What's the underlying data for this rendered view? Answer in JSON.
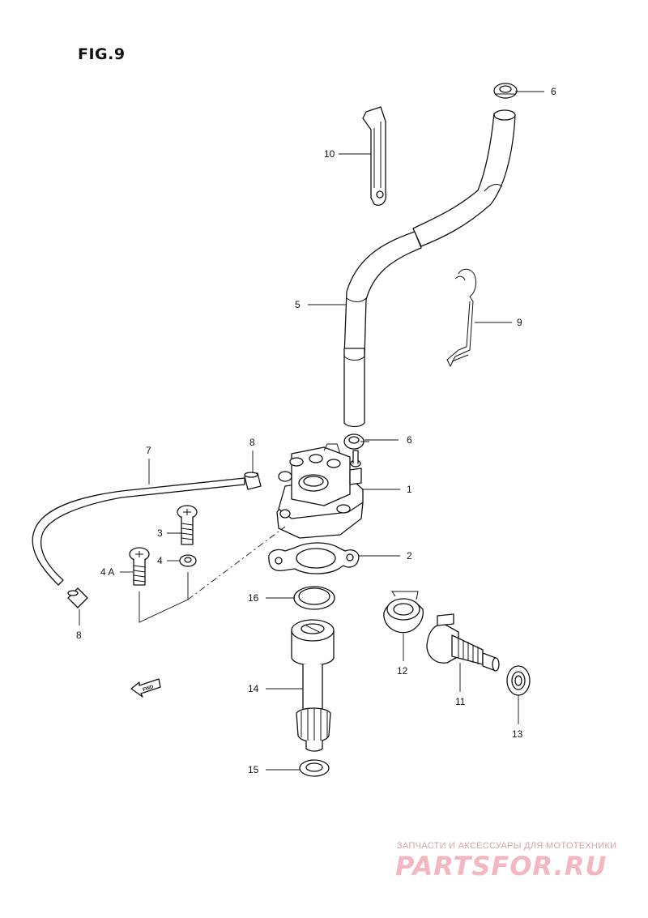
{
  "figure": {
    "title": "FIG.9"
  },
  "callouts": {
    "c1": "1",
    "c2": "2",
    "c3": "3",
    "c4": "4",
    "c4a": "4 A",
    "c5": "5",
    "c6a": "6",
    "c6b": "6",
    "c7": "7",
    "c8a": "8",
    "c8b": "8",
    "c9": "9",
    "c10": "10",
    "c11": "11",
    "c12": "12",
    "c13": "13",
    "c14": "14",
    "c15": "15",
    "c16": "16"
  },
  "fwd_label": "FWD",
  "watermark": {
    "line1": "ЗАПЧАСТИ И АКСЕССУАРЫ ДЛЯ МОТОТЕХНИКИ",
    "logo": "PARTSFOR.RU"
  },
  "colors": {
    "ink": "#111111",
    "watermark": "#f2b7c0"
  }
}
